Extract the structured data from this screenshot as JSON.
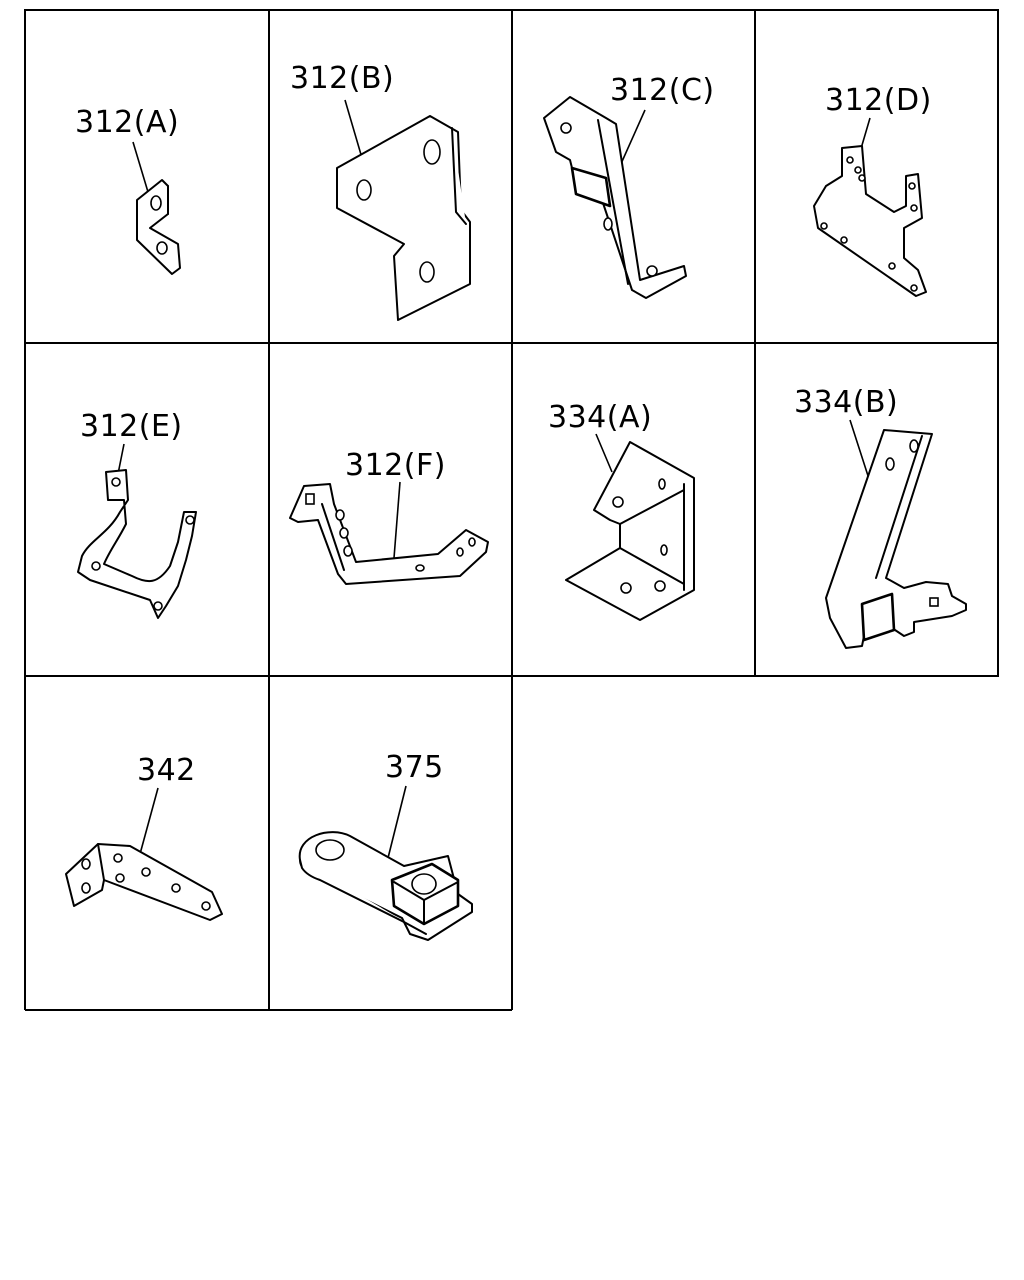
{
  "parts": [
    {
      "id": "312a",
      "label": "312(A)"
    },
    {
      "id": "312b",
      "label": "312(B)"
    },
    {
      "id": "312c",
      "label": "312(C)"
    },
    {
      "id": "312d",
      "label": "312(D)"
    },
    {
      "id": "312e",
      "label": "312(E)"
    },
    {
      "id": "312f",
      "label": "312(F)"
    },
    {
      "id": "334a",
      "label": "334(A)"
    },
    {
      "id": "334b",
      "label": "334(B)"
    },
    {
      "id": "342",
      "label": "342"
    },
    {
      "id": "375",
      "label": "375"
    }
  ]
}
